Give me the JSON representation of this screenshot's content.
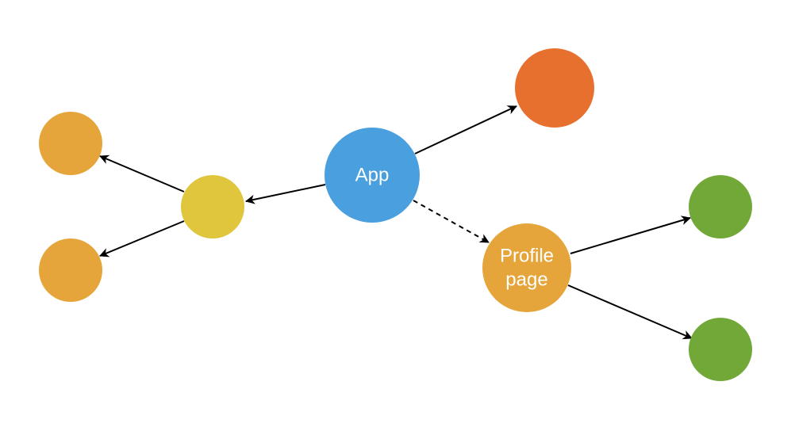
{
  "colors": {
    "blue": "#4a9fdf",
    "red_orange": "#e8702e",
    "yellow": "#dfc63c",
    "orange": "#e6a53a",
    "green": "#72a838",
    "edge": "#000000"
  },
  "nodes": {
    "app": {
      "label": "App",
      "color": "#4a9fdf"
    },
    "top_right": {
      "label": "",
      "color": "#e8702e"
    },
    "middle_left": {
      "label": "",
      "color": "#dfc63c"
    },
    "left_top": {
      "label": "",
      "color": "#e6a53a"
    },
    "left_bottom": {
      "label": "",
      "color": "#e6a53a"
    },
    "profile_page": {
      "label_line1": "Profile",
      "label_line2": "page",
      "color": "#e6a53a"
    },
    "right_top": {
      "label": "",
      "color": "#72a838"
    },
    "right_bottom": {
      "label": "",
      "color": "#72a838"
    }
  },
  "edges": [
    {
      "from": "app",
      "to": "top_right",
      "style": "solid"
    },
    {
      "from": "app",
      "to": "middle_left",
      "style": "solid"
    },
    {
      "from": "middle_left",
      "to": "left_top",
      "style": "solid"
    },
    {
      "from": "middle_left",
      "to": "left_bottom",
      "style": "solid"
    },
    {
      "from": "app",
      "to": "profile_page",
      "style": "dashed"
    },
    {
      "from": "profile_page",
      "to": "right_top",
      "style": "solid"
    },
    {
      "from": "profile_page",
      "to": "right_bottom",
      "style": "solid"
    }
  ]
}
